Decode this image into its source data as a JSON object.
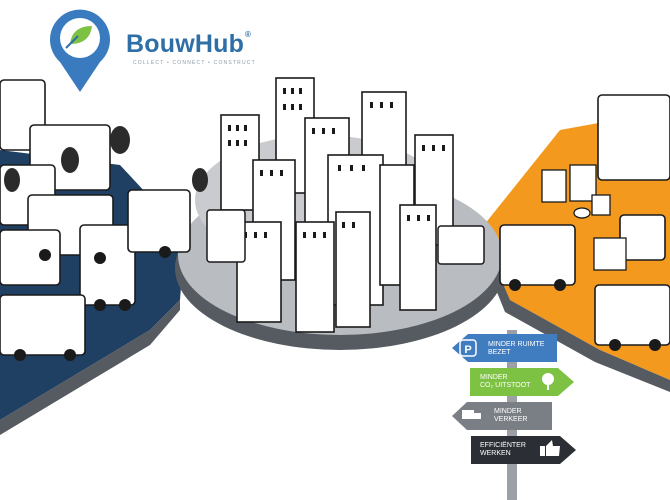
{
  "logo": {
    "brand_prefix": "Bouw",
    "brand_suffix": "Hub",
    "registered": "®",
    "tagline": "COLLECT • CONNECT • CONSTRUCT",
    "icon": "map-pin-leaf-icon",
    "brand_color": "#2f6fa7",
    "accent_color": "#7dc242"
  },
  "signs": [
    {
      "line1": "MINDER RUIMTE",
      "line2": "BEZET",
      "icon": "parking-icon",
      "color": "#3f7cc0"
    },
    {
      "line1": "MINDER",
      "line2": "CO₂ UITSTOOT",
      "icon": "tree-icon",
      "color": "#7dc242"
    },
    {
      "line1": "MINDER",
      "line2": "VERKEER",
      "icon": "truck-icon",
      "color": "#7a7f86"
    },
    {
      "line1": "EFFICIËNTER",
      "line2": "WERKEN",
      "icon": "thumbs-up-icon",
      "color": "#2b2f35"
    }
  ],
  "colors": {
    "left_zone": "#1f3f63",
    "right_zone": "#f39a1e",
    "hub_platform": "#b9bcc0"
  }
}
